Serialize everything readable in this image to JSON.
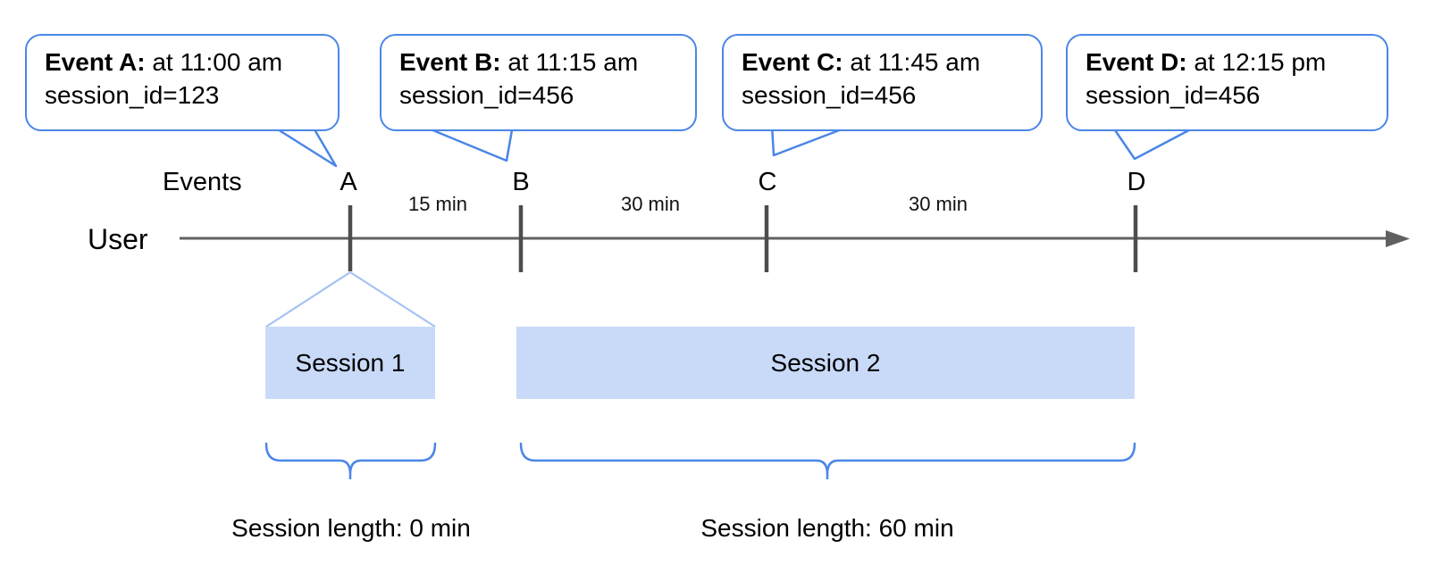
{
  "colors": {
    "accent_blue": "#4a86e8",
    "session_fill": "#c9daf8",
    "funnel_line": "#a4c2f4",
    "timeline_gray": "#606060",
    "text": "#000000"
  },
  "labels": {
    "events_axis": "Events",
    "user": "User"
  },
  "events": [
    {
      "letter": "A",
      "callout_title": "Event A:",
      "callout_time": "at 11:00 am",
      "callout_session": "session_id=123"
    },
    {
      "letter": "B",
      "callout_title": "Event B:",
      "callout_time": "at 11:15 am",
      "callout_session": "session_id=456"
    },
    {
      "letter": "C",
      "callout_title": "Event C:",
      "callout_time": "at 11:45 am",
      "callout_session": "session_id=456"
    },
    {
      "letter": "D",
      "callout_title": "Event D:",
      "callout_time": "at 12:15 pm",
      "callout_session": "session_id=456"
    }
  ],
  "intervals": [
    {
      "label": "15 min"
    },
    {
      "label": "30 min"
    },
    {
      "label": "30 min"
    }
  ],
  "sessions": [
    {
      "name": "Session 1",
      "length": "Session length: 0 min"
    },
    {
      "name": "Session 2",
      "length": "Session length: 60 min"
    }
  ]
}
